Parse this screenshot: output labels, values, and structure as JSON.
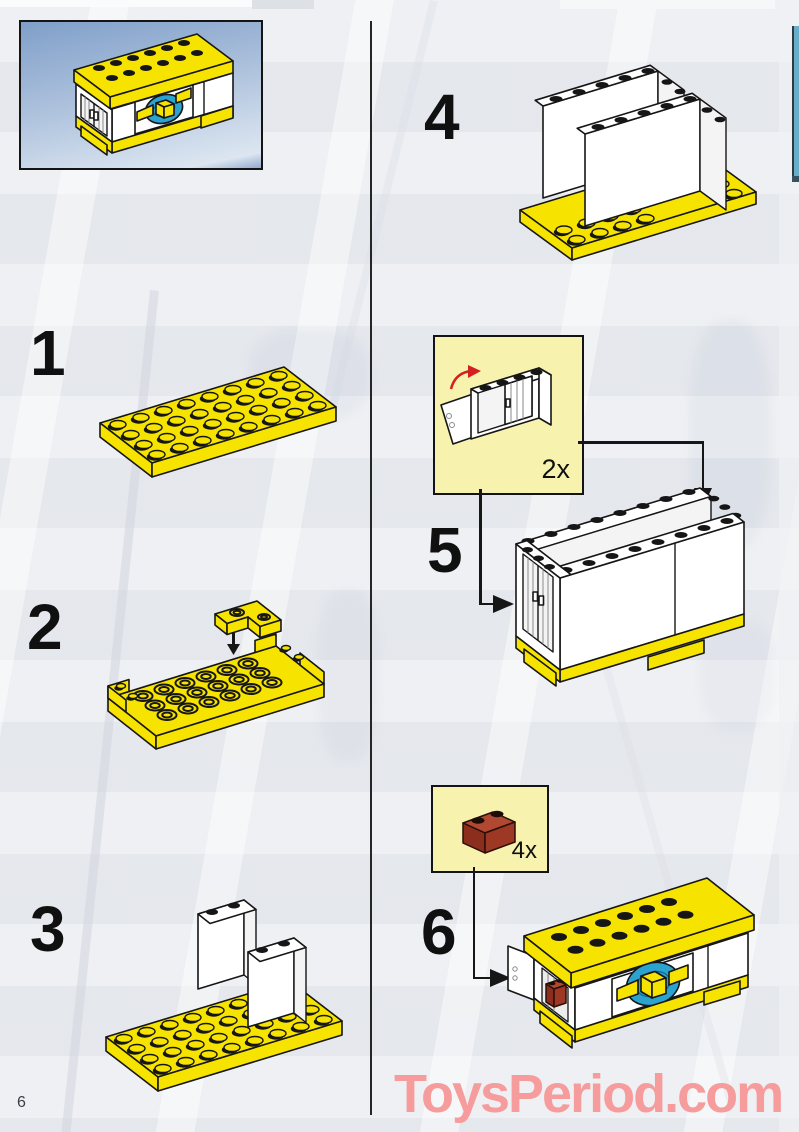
{
  "page": {
    "number": "6",
    "watermark_text": "ToysPeriod.com"
  },
  "steps": [
    {
      "label": "1"
    },
    {
      "label": "2"
    },
    {
      "label": "3"
    },
    {
      "label": "4"
    },
    {
      "label": "5"
    },
    {
      "label": "6"
    }
  ],
  "callouts": [
    {
      "label": "2x"
    },
    {
      "label": "4x"
    }
  ],
  "icons": {
    "step2_arrows": "down-arrow-icon",
    "connector_down": "down-arrow-icon",
    "connector_right": "right-arrow-icon",
    "hinge_arrow": "curved-red-arrow-icon"
  },
  "colors": {
    "lego_yellow": "#f6e300",
    "callout_bg": "#f7f3ae",
    "brick_red_top": "#b04832",
    "brick_red_front": "#8c2e1e",
    "brick_red_side": "#9c3824",
    "globe_blue": "#2aa4cf",
    "watermark_pink": "#f69c9c",
    "inset_sky_top": "#7f9fc9",
    "inset_sky_bottom": "#dce6f1",
    "page_background": "#eaecf0",
    "edge_blue": "#68aec9",
    "line_black": "#161616"
  }
}
